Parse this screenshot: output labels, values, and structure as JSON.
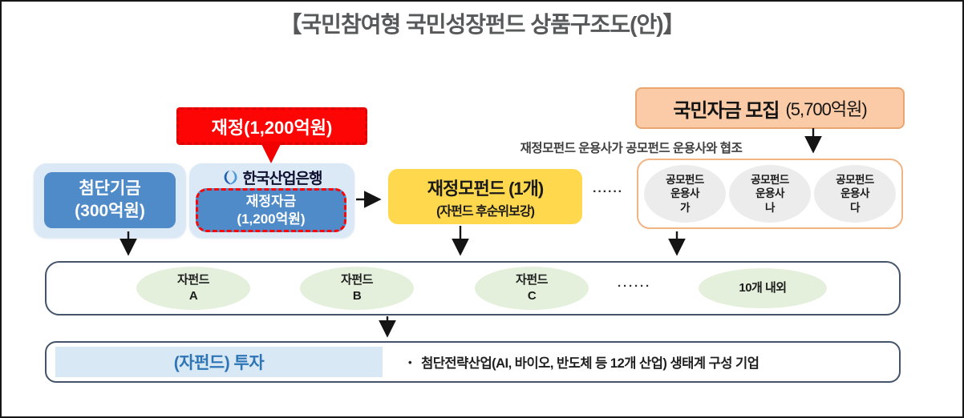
{
  "title": "【국민참여형 국민성장펀드 상품구조도(안)】",
  "fiscal_source": {
    "label": "재정(1,200억원)"
  },
  "advanced_fund": {
    "line1": "첨단기금",
    "line2": "(300억원)"
  },
  "kdb": {
    "bank_name": "한국산업은행",
    "fund_line1": "재정자금",
    "fund_line2": "(1,200억원)"
  },
  "mother_fund": {
    "line1": "재정모펀드 (1개)",
    "line2": "(자펀드 후순위보강)"
  },
  "cooperation_note": "재정모펀드 운용사가 공모펀드 운용사와 협조",
  "public_funding": {
    "title": "국민자금 모집",
    "amount": "(5,700억원)"
  },
  "managers": [
    {
      "line1": "공모펀드",
      "line2": "운용사",
      "line3": "가"
    },
    {
      "line1": "공모펀드",
      "line2": "운용사",
      "line3": "나"
    },
    {
      "line1": "공모펀드",
      "line2": "운용사",
      "line3": "다"
    }
  ],
  "mid_dots": "······",
  "sub_funds": [
    {
      "line1": "자펀드",
      "line2": "A"
    },
    {
      "line1": "자펀드",
      "line2": "B"
    },
    {
      "line1": "자펀드",
      "line2": "C"
    }
  ],
  "sub_dots": "······",
  "sub_count": "10개 내외",
  "investment": {
    "label": "(자펀드) 투자",
    "bullet": "•",
    "description": "첨단전략산업(AI, 바이오, 반도체 등 12개 산업) 생태계 구성 기업"
  },
  "colors": {
    "title_text": "#57585A",
    "fiscal_red": "#FE0505",
    "fund_blue": "#4E8BC8",
    "light_blue_container": "#DBE9F7",
    "mother_yellow": "#FFD84D",
    "public_peach": "#FACBA6",
    "public_peach_border": "#E9A76F",
    "managers_border": "#F2B484",
    "manager_gray_oval": "#ECECEC",
    "subfund_green_oval": "#E4F0DB",
    "row_border": "#44546A",
    "investment_label_bg": "#D9E8F5",
    "investment_label_text": "#2E75B6"
  }
}
